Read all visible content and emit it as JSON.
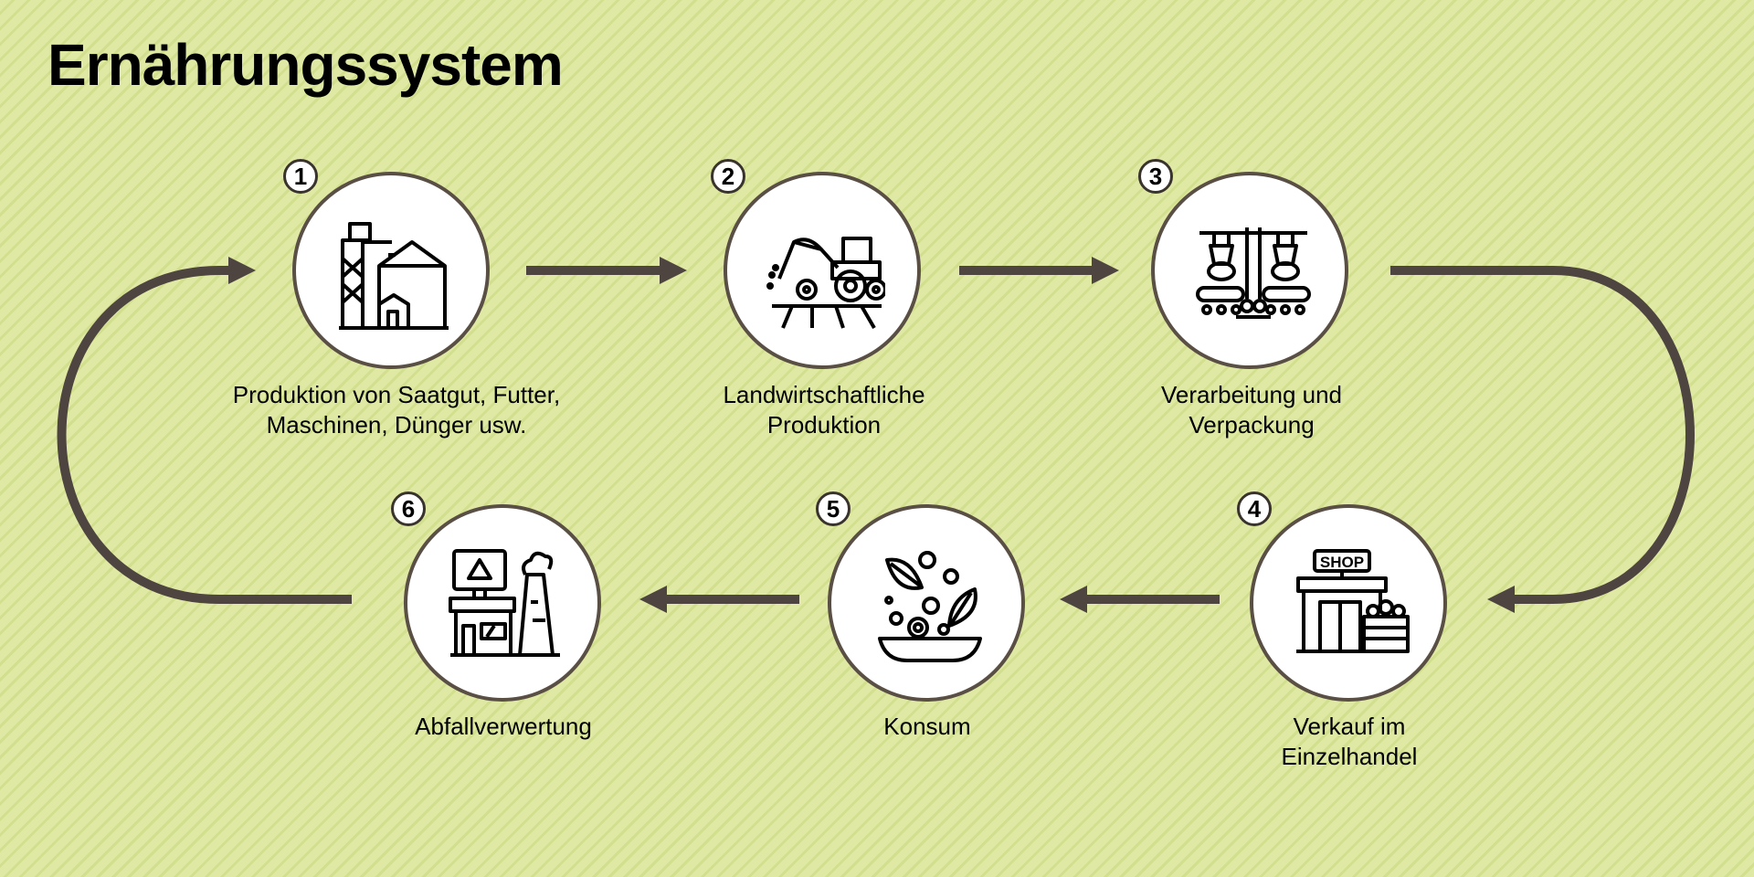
{
  "title": "Ernährungssystem",
  "steps": [
    {
      "number": "1",
      "label_line1": "Produktion von Saatgut, Futter,",
      "label_line2": "Maschinen, Dünger usw.",
      "icon": "factory-silo-icon"
    },
    {
      "number": "2",
      "label_line1": "Landwirtschaftliche",
      "label_line2": "Produktion",
      "icon": "tractor-field-icon"
    },
    {
      "number": "3",
      "label_line1": "Verarbeitung und",
      "label_line2": "Verpackung",
      "icon": "robot-conveyor-icon"
    },
    {
      "number": "4",
      "label_line1": "Verkauf im",
      "label_line2": "Einzelhandel",
      "icon": "shop-icon",
      "sign": "SHOP"
    },
    {
      "number": "5",
      "label_line1": "Konsum",
      "label_line2": "",
      "icon": "salad-bowl-icon"
    },
    {
      "number": "6",
      "label_line1": "Abfallverwertung",
      "label_line2": "",
      "icon": "recycling-plant-icon"
    }
  ],
  "colors": {
    "background": "#dfe9a3",
    "stripe": "#d2df8f",
    "arrow": "#4e4540",
    "circle_border": "#5a4f45"
  }
}
